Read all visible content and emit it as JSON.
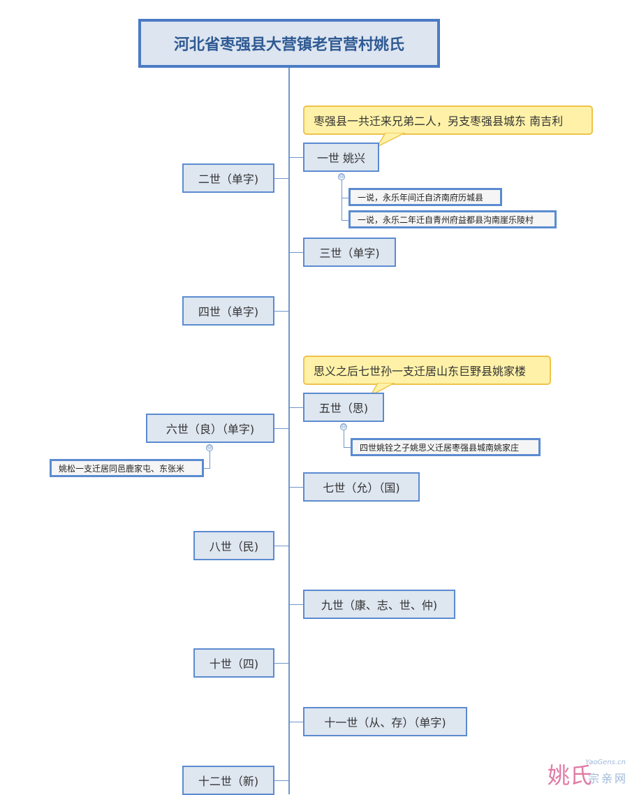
{
  "title": "河北省枣强县大营镇老官营村姚氏",
  "generations": [
    {
      "id": "g1",
      "label": "一世  姚兴"
    },
    {
      "id": "g2",
      "label": "二世（单字)"
    },
    {
      "id": "g3",
      "label": "三世（单字)"
    },
    {
      "id": "g4",
      "label": "四世（单字)"
    },
    {
      "id": "g5",
      "label": "五世（思)"
    },
    {
      "id": "g6",
      "label": "六世（良）（单字)"
    },
    {
      "id": "g7",
      "label": "七世（允）（国)"
    },
    {
      "id": "g8",
      "label": "八世（民)"
    },
    {
      "id": "g9",
      "label": "九世（康、志、世、仲)"
    },
    {
      "id": "g10",
      "label": "十世（四)"
    },
    {
      "id": "g11",
      "label": "十一世（从、存）（单字)"
    },
    {
      "id": "g12",
      "label": "十二世（新)"
    }
  ],
  "notes": {
    "g1": "枣强县一共迁来兄弟二人，另支枣强县城东  南吉利",
    "g5": "思义之后七世孙一支迁居山东巨野县姚家楼"
  },
  "subnotes": {
    "g1_a": "一说，永乐年间迁自济南府历城县",
    "g1_b": "一说，永乐二年迁自青州府益都县沟南崖乐陵村",
    "g5_a": "四世姚铨之子姚思义迁居枣强县城南姚家庄",
    "g6_a": "姚松一支迁居同邑鹿家屯、东张米"
  },
  "collapse_symbol": "⊖",
  "watermark": {
    "main": "姚氏",
    "sub": "宗亲网",
    "url": "YaoGens.cn"
  }
}
